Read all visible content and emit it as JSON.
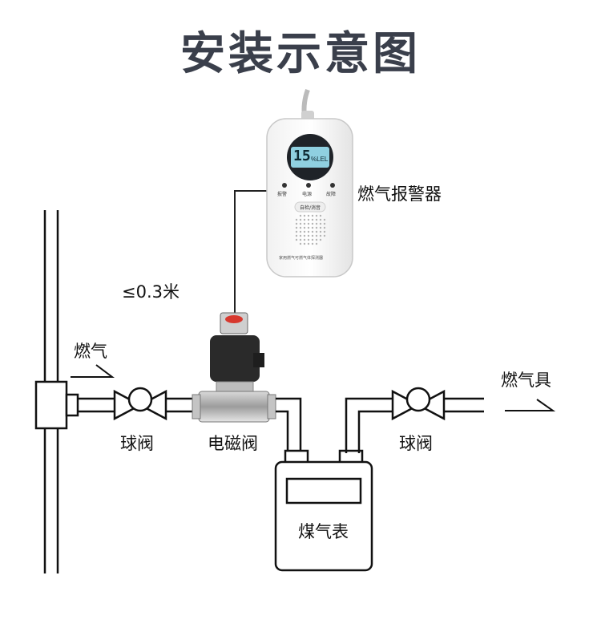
{
  "title": "安装示意图",
  "labels": {
    "alarm": "燃气报警器",
    "distance": "≤0.3米",
    "gas_in": "燃气",
    "ball_valve_left": "球阀",
    "solenoid_valve": "电磁阀",
    "ball_valve_right": "球阀",
    "appliance": "燃气具",
    "meter": "煤气表"
  },
  "device": {
    "display_value": "15",
    "display_unit": "%LEL",
    "indicators": [
      "报警",
      "电源",
      "故障"
    ],
    "button": "自检/消音",
    "model_text": "家用燃气可燃气体探测器"
  }
}
